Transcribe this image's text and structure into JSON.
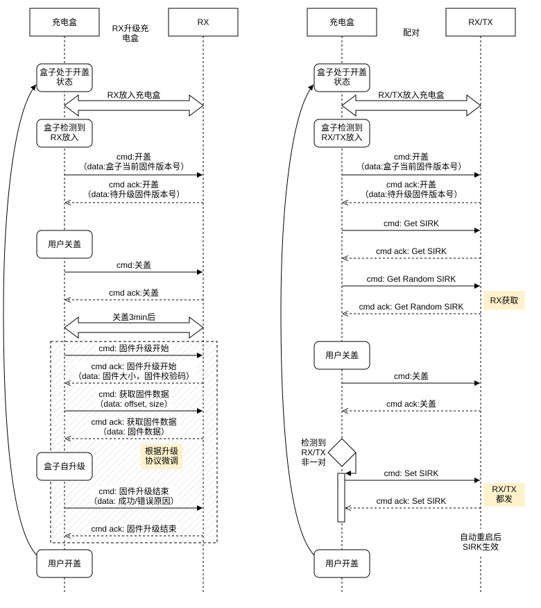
{
  "left": {
    "title": "RX升级充\n电盒",
    "actor_box": "充电盒",
    "actor_rx": "RX",
    "state_open": "盒子处于开盖\n状态",
    "rx_insert": "RX放入充电盒",
    "detect": "盒子检测到\nRX放入",
    "m1": "cmd:开盖\n（data:盒子当前固件版本号）",
    "m2": "cmd ack:开盖\n（data:待升级固件版本号）",
    "user_close": "用户关盖",
    "m3": "cmd:关盖",
    "m4": "cmd ack:关盖",
    "close3": "关盖3min后",
    "m5": "cmd: 固件升级开始",
    "m6": "cmd ack: 固件升级开始\n（data: 固件大小，固件校验码）",
    "m7": "cmd: 获取固件数据\n（data: offset, size）",
    "m8": "cmd ack: 获取固件数据\n（data: 固件数据）",
    "self_upgrade": "盒子自升级",
    "note": "根据升级\n协议微调",
    "m9": "cmd: 固件升级结束\n（data: 成功/错误原因）",
    "m10": "cmd ack: 固件升级结束",
    "user_open": "用户开盖"
  },
  "right": {
    "title": "配对",
    "actor_box": "充电盒",
    "actor_rxtx": "RX/TX",
    "state_open": "盒子处于开盖\n状态",
    "insert": "RX/TX放入充电盒",
    "detect": "盒子检测到\nRX/TX放入",
    "m1": "cmd:开盖\n（data:盒子当前固件版本号）",
    "m2": "cmd ack:开盖\n（data:待升级固件版本号）",
    "m3": "cmd: Get SIRK",
    "m4": "cmd ack: Get SIRK",
    "m5": "cmd: Get Random SIRK",
    "m6": "cmd ack: Get Random SIRK",
    "note_rx": "RX获取",
    "user_close": "用户关盖",
    "m7": "cmd:关盖",
    "m8": "cmd ack:关盖",
    "decision": "检测到\nRX/TX\n非一对",
    "m9": "cmd: Set SIRK",
    "m10": "cmd ack: Set SIRK",
    "note_both": "RX/TX\n都发",
    "restart": "自动重启后\nSIRK生效",
    "user_open": "用户开盖"
  },
  "colors": {
    "note_fill": "#fff2cc",
    "line": "#000000",
    "box_fill": "#ffffff"
  }
}
